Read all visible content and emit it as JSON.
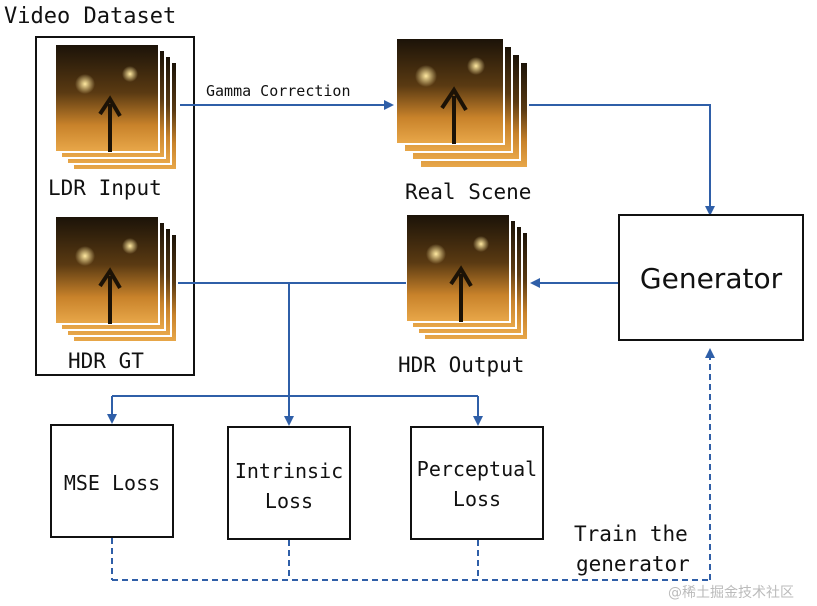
{
  "title": "Video Dataset",
  "dataset": {
    "ldr_label": "LDR Input",
    "hdr_label": "HDR GT"
  },
  "real_scene_label": "Real Scene",
  "hdr_output_label": "HDR Output",
  "gamma_label": "Gamma Correction",
  "generator_label": "Generator",
  "losses": {
    "mse": "MSE Loss",
    "intrinsic": [
      "Intrinsic",
      "Loss"
    ],
    "perceptual": [
      "Perceptual",
      "Loss"
    ]
  },
  "train_label": [
    "Train the",
    "generator"
  ],
  "watermark": "@稀土掘金技术社区",
  "colors": {
    "arrow": "#2f5fa8",
    "border": "#111111",
    "photo_dark": "#2a1a0a",
    "photo_light": "#e8a040"
  }
}
